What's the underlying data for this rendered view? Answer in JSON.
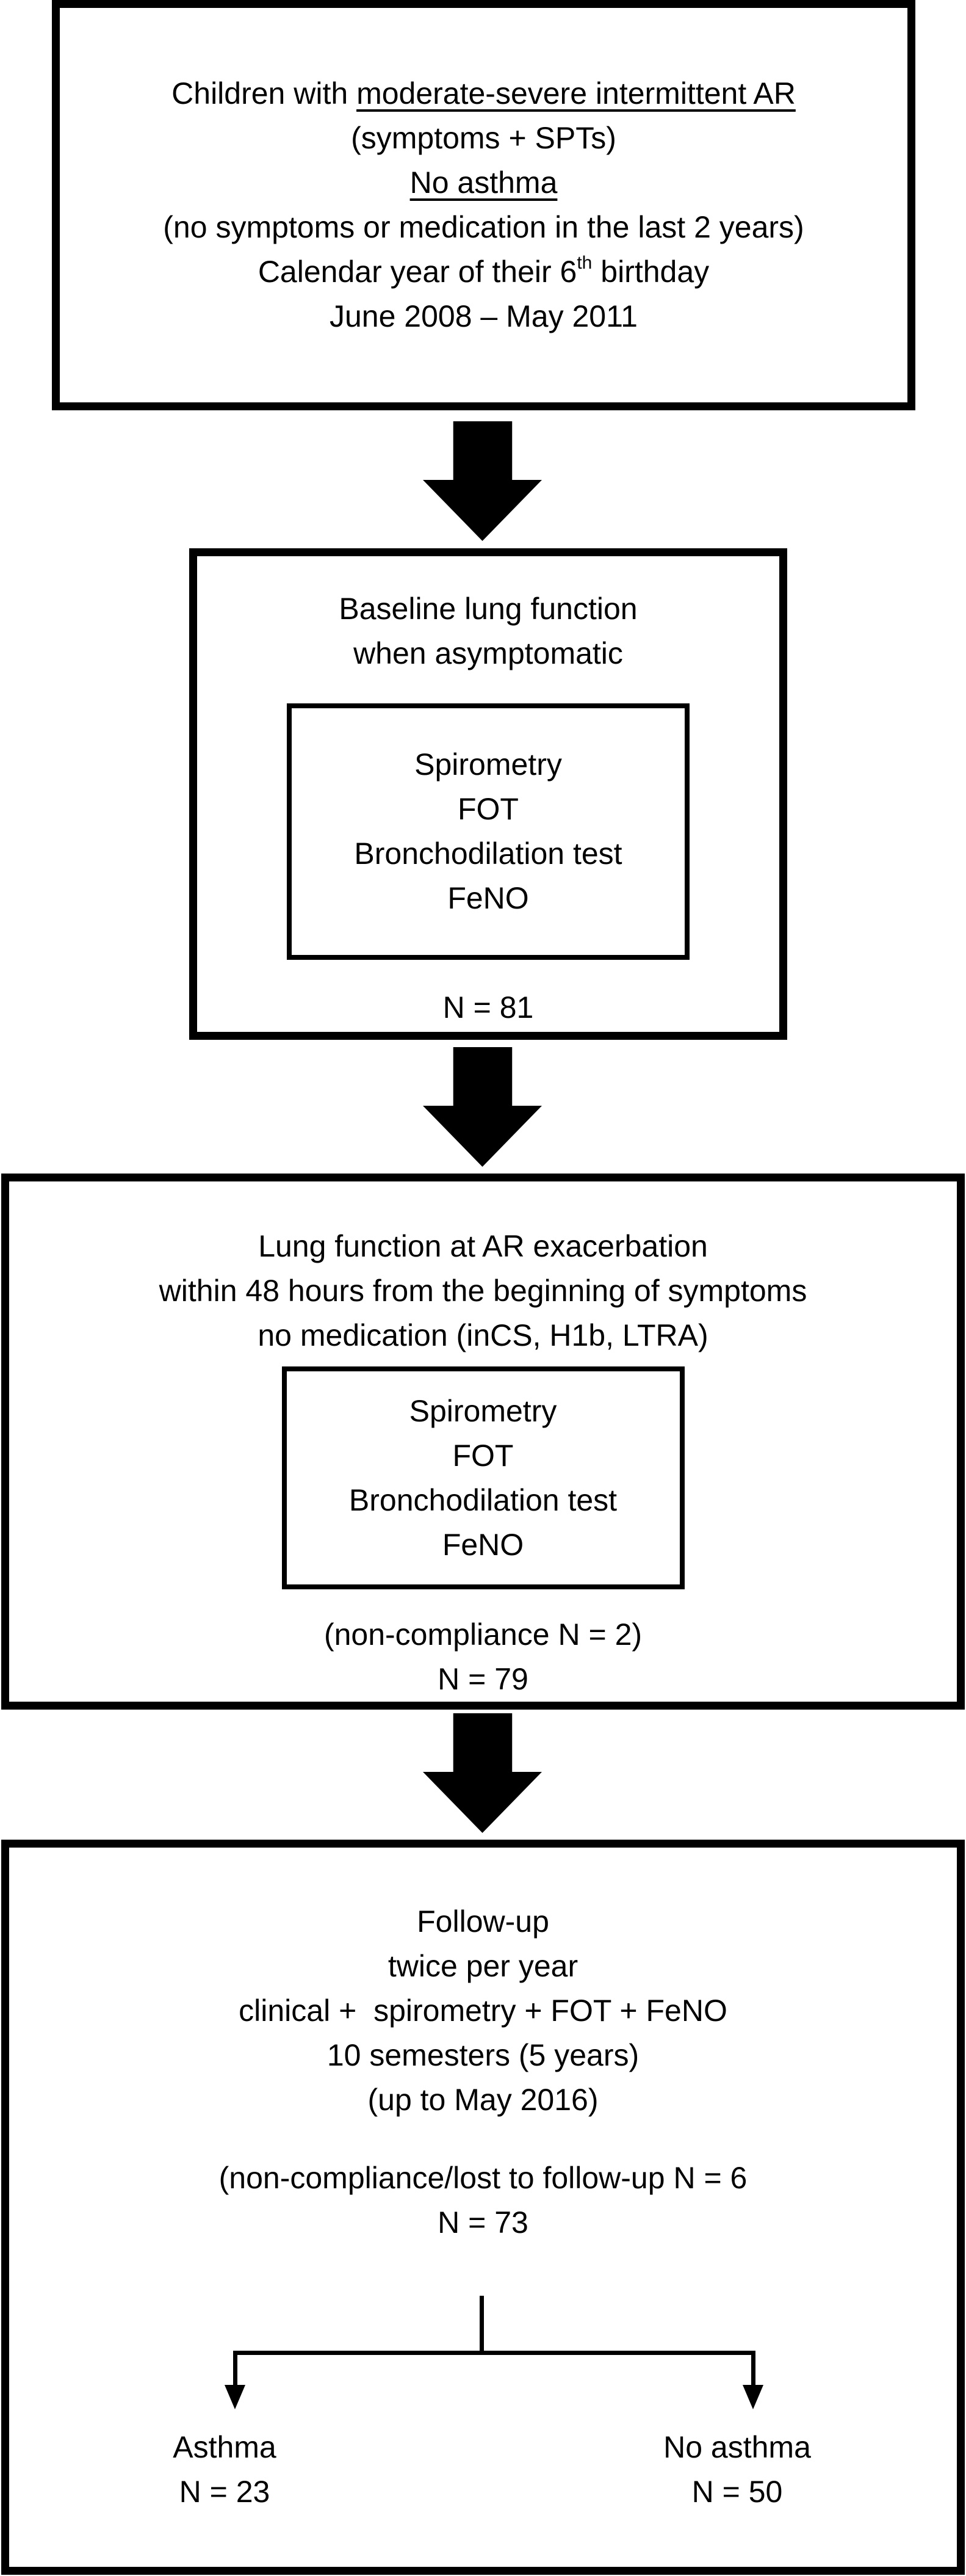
{
  "figure": {
    "colors": {
      "line": "#000000",
      "background": "#ffffff"
    },
    "enrollment_box": {
      "line1_prefix": "Children with ",
      "line1_underlined": "moderate-severe intermittent AR",
      "line2": "(symptoms + SPTs)",
      "line3_underlined": "No asthma",
      "line4": "(no symptoms or medication in the last 2 years)",
      "line5_prefix": "Calendar year of their 6",
      "line5_superscript": "th",
      "line5_suffix": " birthday",
      "line6": "June 2008 – May 2011"
    },
    "baseline_box": {
      "title_line1": "Baseline lung function",
      "title_line2": "when asymptomatic",
      "tests": [
        "Spirometry",
        "FOT",
        "Bronchodilation test",
        "FeNO"
      ],
      "n_label": "N = 81"
    },
    "exacerbation_box": {
      "title_line1": "Lung function at AR exacerbation",
      "title_line2": "within 48 hours from the beginning of symptoms",
      "title_line3": "no medication (inCS, H1b, LTRA)",
      "tests": [
        "Spirometry",
        "FOT",
        "Bronchodilation test",
        "FeNO"
      ],
      "noncompliance_label": "(non-compliance N = 2)",
      "n_label": "N = 79"
    },
    "followup_box": {
      "title_line1": "Follow-up",
      "title_line2": "twice per year",
      "title_line3": "clinical +  spirometry + FOT + FeNO",
      "title_line4": "10 semesters (5 years)",
      "title_line5": "(up to May 2016)",
      "noncompliance_label": "(non-compliance/lost to follow-up N = 6",
      "n_label": "N = 73",
      "outcome_left": {
        "label": "Asthma",
        "n_label": "N = 23"
      },
      "outcome_right": {
        "label": "No asthma",
        "n_label": "N = 50"
      }
    }
  }
}
